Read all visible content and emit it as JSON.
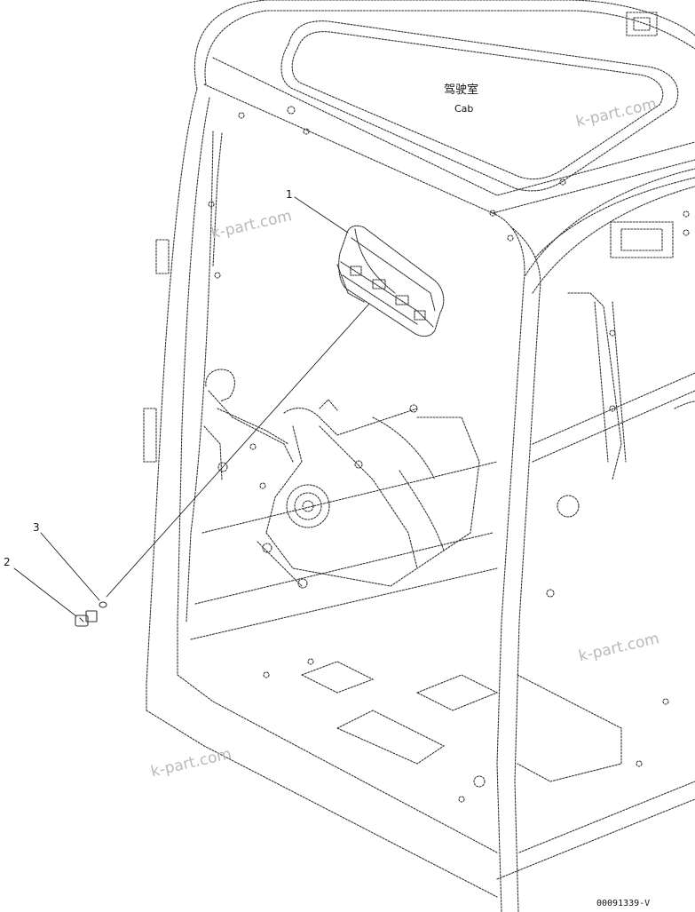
{
  "diagram": {
    "section_title_cn": "驾驶室",
    "section_title_en": "Cab",
    "callouts": [
      {
        "id": "1"
      },
      {
        "id": "2"
      },
      {
        "id": "3"
      }
    ],
    "watermark": "k-part.com",
    "drawing_code": "00091339-V"
  }
}
